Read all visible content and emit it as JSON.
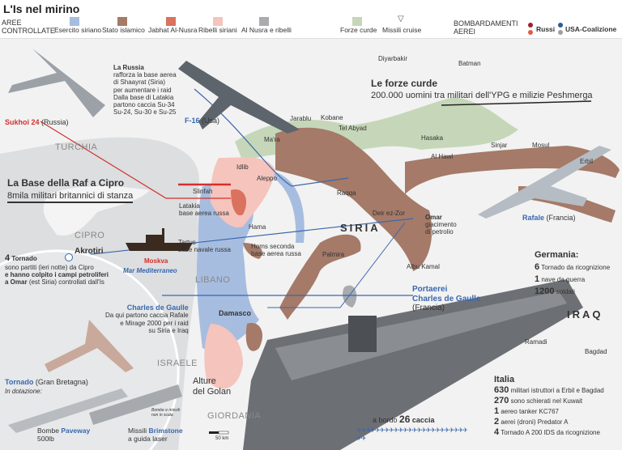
{
  "title": "L'Is nel mirino",
  "legend": {
    "areas_title": "AREE CONTROLLATE",
    "areas": [
      {
        "label": "Esercito siriano",
        "color": "#a7bde0"
      },
      {
        "label": "Stato islamico",
        "color": "#a57a68"
      },
      {
        "label": "Jabhat Al-Nusra",
        "color": "#d9725e"
      },
      {
        "label": "Ribelli siriani",
        "color": "#f5c4bd"
      },
      {
        "label": "Al Nusra e ribelli",
        "color": "#a9abaf"
      },
      {
        "label": "Forze curde",
        "color": "#c5d7b8"
      }
    ],
    "cruise": "Missili cruise",
    "bombing_title": "BOMBARDAMENTI AEREI",
    "russi": "Russi",
    "usa": "USA-Coalizione",
    "colors": {
      "russi": "#c0282d",
      "usa": "#2d5a9a"
    }
  },
  "aircraft": {
    "sukhoi": {
      "name": "Sukhoi 24",
      "country": "(Russia)"
    },
    "f16": {
      "name": "F-16",
      "country": "(Usa)"
    },
    "rafale": {
      "name": "Rafale",
      "country": "(Francia)"
    },
    "tornado": {
      "name": "Tornado",
      "country": "(Gran Bretagna)",
      "note": "In dotazione:"
    }
  },
  "russia_box": {
    "title": "La Russia",
    "lines": [
      "rafforza la base aerea",
      "di Shaayrat (Siria)",
      "per aumentare i raid",
      "Dalla base di Latakia",
      "partono caccia Su-34",
      "Su-24, Su-30 e Su-25"
    ]
  },
  "raf_box": {
    "title": "La Base della Raf a Cipro",
    "subtitle": "8mila militari britannici di stanza"
  },
  "kurds_box": {
    "title": "Le forze curde",
    "subtitle": "200.000 uomini tra militari dell'YPG e milizie Peshmerga"
  },
  "tornado_box": {
    "count": "4",
    "name": "Tornado",
    "line1": "sono partiti (ieri notte) da Cipro",
    "line2": "e hanno colpito i campi petroliferi",
    "line3_bold": "a Omar",
    "line3": "(est Siria) controllati dall'Is"
  },
  "cdg_box": {
    "title": "Charles de Gaulle",
    "lines": [
      "Da qui partono caccia Rafale",
      "e Mirage 2000 per i raid",
      "su Siria e Iraq"
    ]
  },
  "carrier": {
    "title1": "Portaerei",
    "title2": "Charles de Gaulle",
    "country": "(Francia)",
    "onboard_prefix": "a bordo",
    "onboard_count": "26",
    "onboard_suffix": "caccia",
    "planes": 26
  },
  "weapons": {
    "paveway_pre": "Bombe",
    "paveway": "Paveway",
    "paveway_sub": "500lb",
    "brimstone_pre": "Missili",
    "brimstone": "Brimstone",
    "brimstone_sub": "a guida laser",
    "scale_note": "Bombe e missili non in scala"
  },
  "germany": {
    "title": "Germania:",
    "items": [
      {
        "n": "6",
        "text": "Tornado da ricognizione"
      },
      {
        "n": "1",
        "text": "nave da guerra"
      },
      {
        "n": "1200",
        "text": "soldati"
      }
    ]
  },
  "italy": {
    "title": "Italia",
    "items": [
      {
        "n": "630",
        "text": "militari istruttori a Erbil e Bagdad"
      },
      {
        "n": "270",
        "text": "sono schierati nel Kuwait"
      },
      {
        "n": "1",
        "text": "aereo tanker KC767"
      },
      {
        "n": "2",
        "text": "aerei (droni) Predator A"
      },
      {
        "n": "4",
        "text": "Tornado A 200 IDS da ricognizione"
      }
    ]
  },
  "countries": {
    "turchia": "TURCHIA",
    "cipro": "CIPRO",
    "libano": "LIBANO",
    "siria": "SIRIA",
    "iraq": "IRAQ",
    "israele": "ISRAELE",
    "giordania": "GIORDANIA",
    "sea": "Mar Mediterraneo",
    "golan1": "Alture",
    "golan2": "del Golan"
  },
  "cities": {
    "diyarbakir": "Diyarbakir",
    "batman": "Batman",
    "jarablu": "Jarablu",
    "kobane": "Kobane",
    "telabyad": "Tel Abyad",
    "mara": "Ma'ra",
    "idlib": "Idlib",
    "aleppo": "Aleppo",
    "slinfah": "Slinfah",
    "latakia": "Latakia",
    "latakia_sub": "base aerea russa",
    "hama": "Hama",
    "tartus": "Tartus",
    "tartus_sub": "base navale russa",
    "homs": "Homs seconda",
    "homs_sub": "base aerea russa",
    "raqqa": "Raqqa",
    "hasaka": "Hasaka",
    "alhawl": "Al Hawl",
    "sinjar": "Sinjar",
    "mosul": "Mosul",
    "erbil": "Erbil",
    "deir": "Deir ez-Zor",
    "omar": "Omar",
    "omar_sub1": "giacimento",
    "omar_sub2": "di petrolio",
    "palmira": "Palmira",
    "albukamal": "Albu Kamal",
    "damasco": "Damasco",
    "ramadi": "Ramadi",
    "bagdad": "Bagdad",
    "akrotiri": "Akrotiri",
    "moskva": "Moskva"
  },
  "scale": "50 km"
}
